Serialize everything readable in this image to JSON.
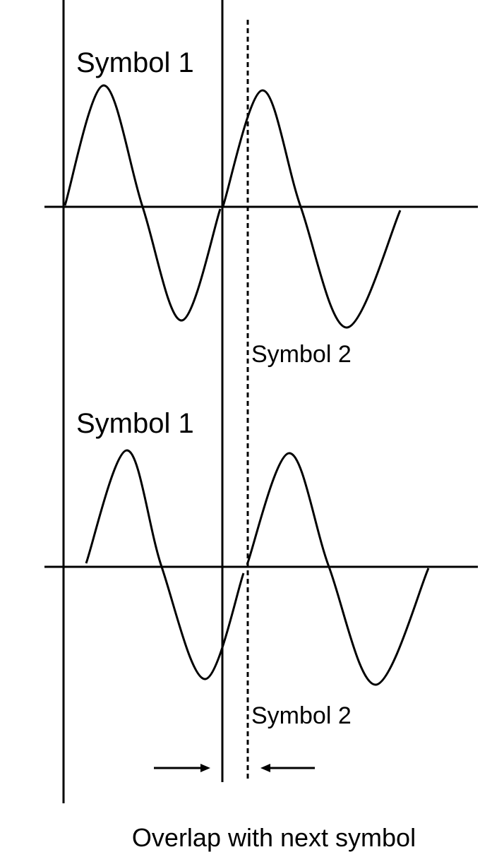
{
  "diagram": {
    "top_panel": {
      "symbol1_label": "Symbol 1",
      "symbol2_label": "Symbol 2"
    },
    "bottom_panel": {
      "symbol1_label": "Symbol 1",
      "symbol2_label": "Symbol 2"
    },
    "caption": "Overlap with next symbol"
  },
  "colors": {
    "stroke": "#000000",
    "background": "#ffffff"
  }
}
